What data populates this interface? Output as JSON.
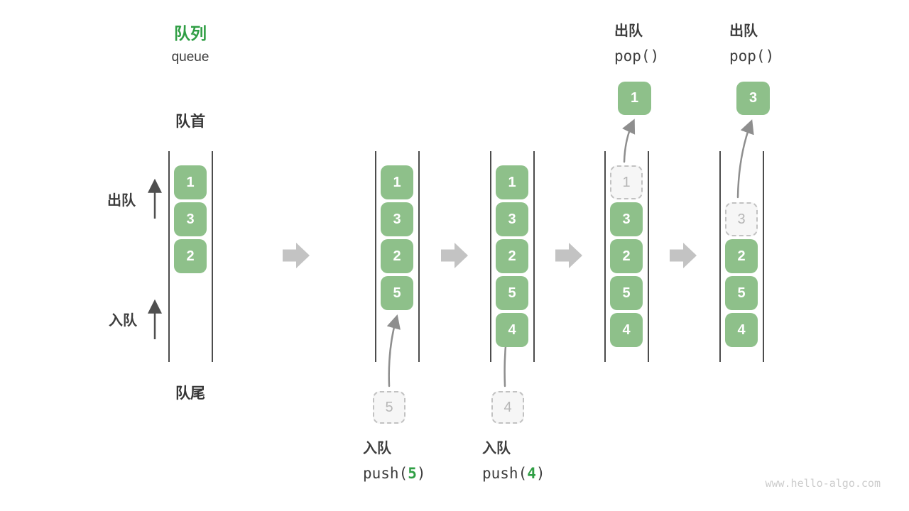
{
  "title": {
    "zh": "队列",
    "en": "queue"
  },
  "labels": {
    "front": "队首",
    "rear": "队尾",
    "dequeue": "出队",
    "enqueue": "入队"
  },
  "ops": {
    "push5": {
      "name": "入队",
      "prefix": "push(",
      "arg": "5",
      "suffix": ")"
    },
    "push4": {
      "name": "入队",
      "prefix": "push(",
      "arg": "4",
      "suffix": ")"
    },
    "pop1": {
      "name": "出队",
      "code": "pop()"
    },
    "pop2": {
      "name": "出队",
      "code": "pop()"
    }
  },
  "columns": [
    {
      "boxes": [
        {
          "v": "1"
        },
        {
          "v": "3"
        },
        {
          "v": "2"
        }
      ]
    },
    {
      "boxes": [
        {
          "v": "1"
        },
        {
          "v": "3"
        },
        {
          "v": "2"
        },
        {
          "v": "5"
        }
      ],
      "staged": "5"
    },
    {
      "boxes": [
        {
          "v": "1"
        },
        {
          "v": "3"
        },
        {
          "v": "2"
        },
        {
          "v": "5"
        },
        {
          "v": "4"
        }
      ],
      "staged": "4"
    },
    {
      "boxes": [
        {
          "v": "1",
          "dashed": true
        },
        {
          "v": "3"
        },
        {
          "v": "2"
        },
        {
          "v": "5"
        },
        {
          "v": "4"
        }
      ],
      "popped": "1"
    },
    {
      "boxes": [
        {
          "v": "3",
          "dashed": true
        },
        {
          "v": "2"
        },
        {
          "v": "5"
        },
        {
          "v": "4"
        }
      ],
      "popped": "3"
    }
  ],
  "colors": {
    "accent_green": "#2f9e44",
    "box_green": "#8ec08a",
    "box_text": "#ffffff",
    "dashed_border": "#c2c2c2",
    "dashed_text": "#b6b6b6",
    "rail": "#4c4c4c",
    "block_arrow": "#c3c3c3",
    "curve_arrow": "#8e8e8e",
    "dark_text": "#3d3d3d",
    "watermark": "#cccccc"
  },
  "watermark": "www.hello-algo.com"
}
